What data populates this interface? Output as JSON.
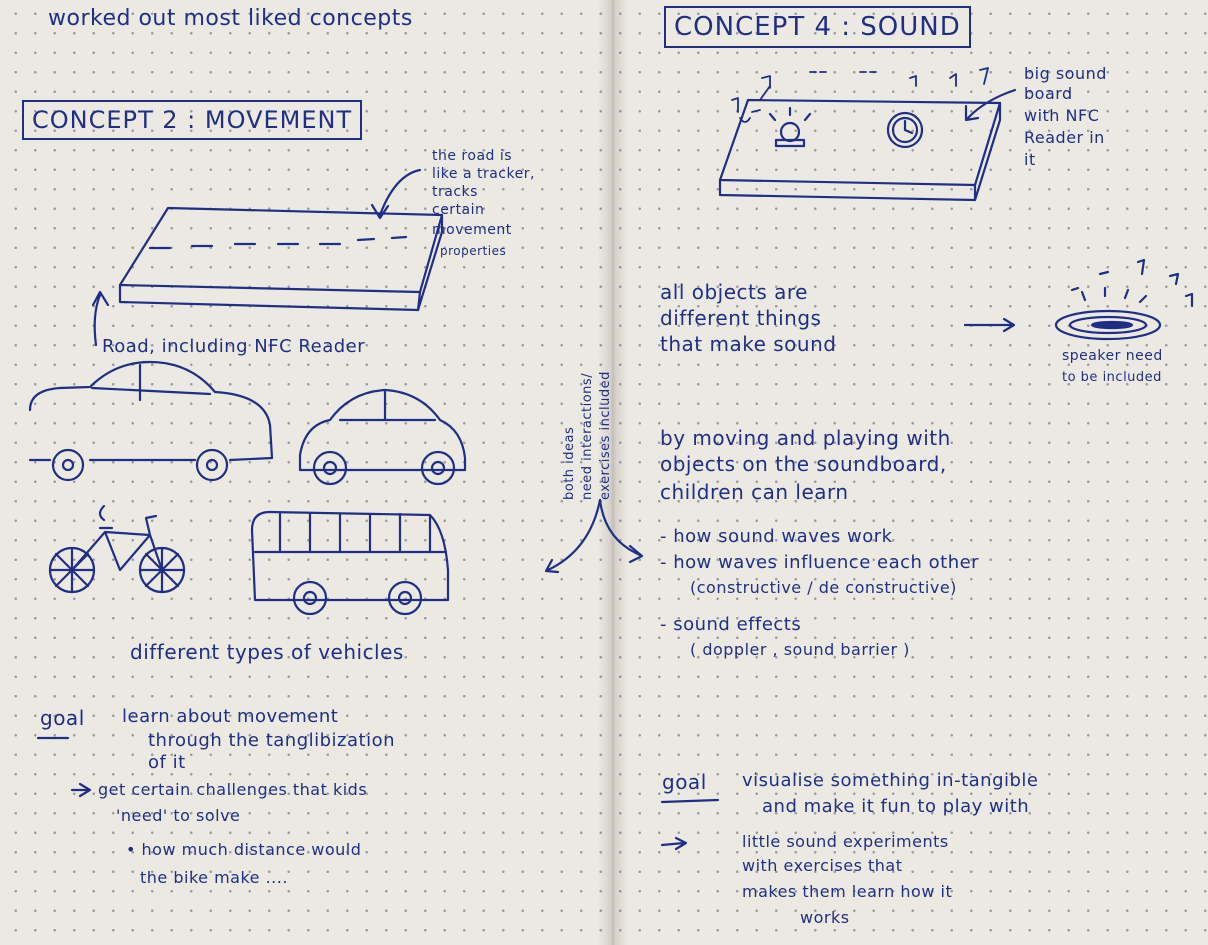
{
  "left_page": {
    "header_note": "worked out most liked concepts",
    "concept_title": "CONCEPT 2 : MOVEMENT",
    "road_annotation": [
      "the road is",
      "like a tracker,",
      "tracks",
      "certain",
      "movement",
      "properties"
    ],
    "road_label": "Road, including NFC Reader",
    "vehicles_caption": "different types of vehicles",
    "goal_label": "goal",
    "goal_text": [
      "learn about movement",
      "through the tanglibization",
      "of it"
    ],
    "arrow_note": [
      "get certain challenges that kids",
      "'need' to solve",
      "• how much distance would",
      "the bike make ...."
    ]
  },
  "spine_note": [
    "both ideas",
    "need interactions/",
    "exercises included"
  ],
  "right_page": {
    "concept_title": "CONCEPT 4 : SOUND",
    "board_annotation": [
      "big sound",
      "board",
      "with NFC",
      "Reader in",
      "it"
    ],
    "objects_text": [
      "all objects are",
      "different things",
      "that make sound"
    ],
    "speaker_note": [
      "speaker need",
      "to be included"
    ],
    "learn_intro": [
      "by moving and playing with",
      "objects on the soundboard,",
      "children can learn"
    ],
    "learn_items": [
      "- how sound waves work",
      "- how waves influence each other",
      "(constructive / de constructive)",
      "- sound effects",
      "( doppler , sound barrier )"
    ],
    "goal_label": "goal",
    "goal_text": [
      "visualise something in-tangible",
      "and make it fun to play with"
    ],
    "arrow_note": [
      "little sound experiments",
      "with exercises that",
      "makes them learn how it",
      "works"
    ]
  },
  "colors": {
    "ink": "#1f2f86",
    "paper": "#ece9e3"
  }
}
